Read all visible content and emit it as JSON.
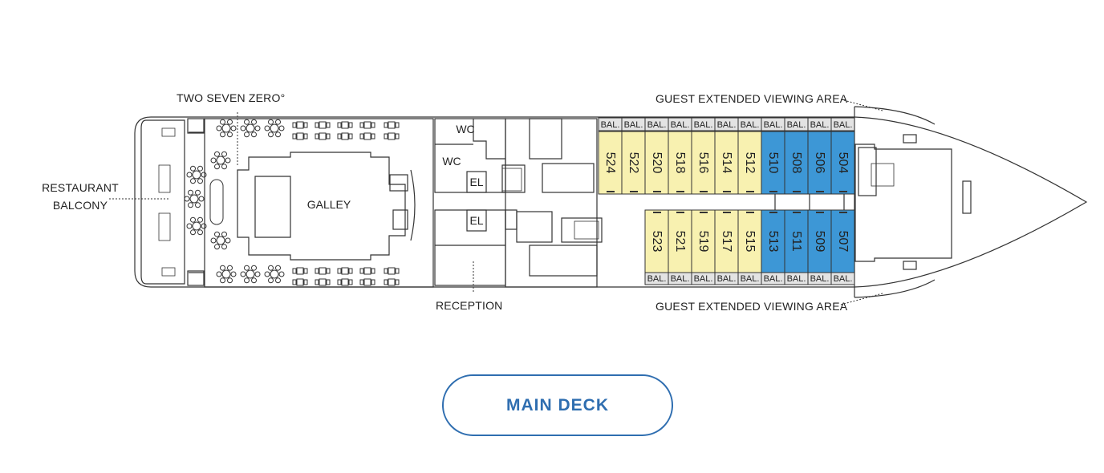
{
  "labels": {
    "two_seven_zero": "TWO SEVEN ZERO°",
    "restaurant_balcony_1": "RESTAURANT",
    "restaurant_balcony_2": "BALCONY",
    "galley": "GALLEY",
    "wc": "WC",
    "el": "EL",
    "reception": "RECEPTION",
    "guest_viewing_top": "GUEST EXTENDED VIEWING AREA",
    "guest_viewing_bottom": "GUEST EXTENDED VIEWING AREA",
    "balcony": "BAL."
  },
  "cabins": {
    "top": [
      {
        "number": "524",
        "category": "yellow"
      },
      {
        "number": "522",
        "category": "yellow"
      },
      {
        "number": "520",
        "category": "yellow"
      },
      {
        "number": "518",
        "category": "yellow"
      },
      {
        "number": "516",
        "category": "yellow"
      },
      {
        "number": "514",
        "category": "yellow"
      },
      {
        "number": "512",
        "category": "yellow"
      },
      {
        "number": "510",
        "category": "blue"
      },
      {
        "number": "508",
        "category": "blue"
      },
      {
        "number": "506",
        "category": "blue"
      },
      {
        "number": "504",
        "category": "blue"
      }
    ],
    "bottom": [
      {
        "number": "523",
        "category": "yellow"
      },
      {
        "number": "521",
        "category": "yellow"
      },
      {
        "number": "519",
        "category": "yellow"
      },
      {
        "number": "517",
        "category": "yellow"
      },
      {
        "number": "515",
        "category": "yellow"
      },
      {
        "number": "513",
        "category": "blue"
      },
      {
        "number": "511",
        "category": "blue"
      },
      {
        "number": "509",
        "category": "blue"
      },
      {
        "number": "507",
        "category": "blue"
      }
    ]
  },
  "colors": {
    "yellow": "#f8f1b0",
    "blue": "#3d97d6",
    "balcony": "#e3e3e3",
    "line": "#333333",
    "accent": "#2f6eb0"
  },
  "deck_button": {
    "label": "MAIN DECK"
  }
}
